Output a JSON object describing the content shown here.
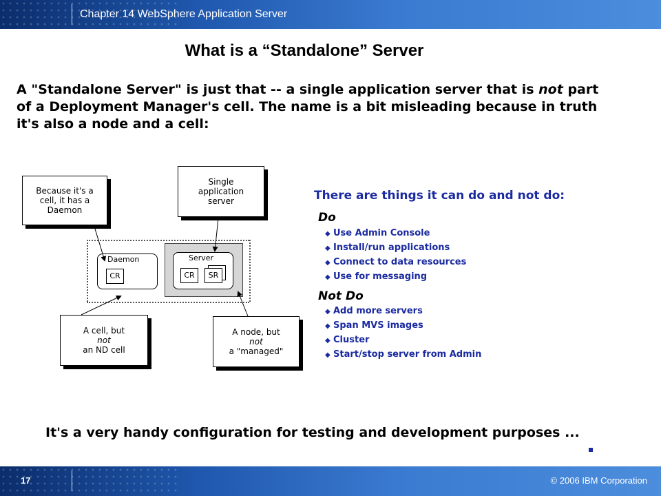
{
  "header": {
    "title": "Chapter 14 WebSphere Application Server"
  },
  "slide": {
    "title": "What is a “Standalone” Server",
    "intro_part1": "A \"Standalone Server\" is just that -- a single application server that is ",
    "intro_em": "not",
    "intro_part2": " part of a Deployment Manager's cell.  The name is a bit misleading because in truth it's also a node and a cell:",
    "bottom_text": "It's a very handy configuration for testing and development purposes ..."
  },
  "diagram": {
    "callout_daemon": [
      "Because it's a",
      "cell, it has a",
      "Daemon"
    ],
    "callout_single": [
      "Single",
      "application",
      "server"
    ],
    "callout_cell_a": "A cell, but ",
    "callout_cell_em": "not",
    "callout_cell_b": "an ND cell",
    "callout_node_a": "A node, but ",
    "callout_node_em": "not",
    "callout_node_b": "a \"managed\"",
    "daemon_label": "Daemon",
    "server_label": "Server",
    "cr1": "CR",
    "cr2": "CR",
    "sr": "SR"
  },
  "right_panel": {
    "title": "There are things it can do and not do:",
    "do_heading": "Do",
    "do_items": [
      "Use Admin Console",
      "Install/run applications",
      "Connect to data resources",
      "Use for messaging"
    ],
    "notdo_heading": "Not Do",
    "notdo_items": [
      "Add more servers",
      "Span MVS images",
      "Cluster",
      "Start/stop server from Admin"
    ]
  },
  "footer": {
    "page": "17",
    "copyright": "© 2006 IBM Corporation"
  },
  "colors": {
    "header_blue": "#1f58ae",
    "list_blue": "#1a2aa0"
  }
}
